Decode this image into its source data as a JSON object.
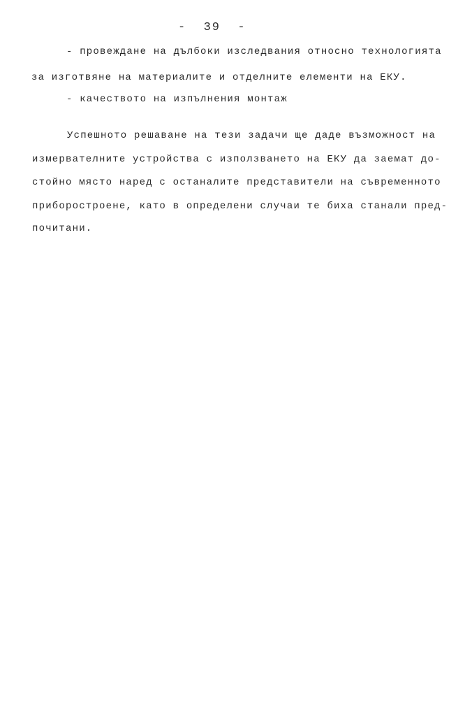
{
  "page_number": "-  39  -",
  "list_items": [
    "- провеждане на дълбоки изследвания относно технологията",
    "за изготвяне на материалите и отделните елементи на ЕКУ.",
    "- качеството на изпълнения монтаж"
  ],
  "paragraph_lines": [
    "Успешното решаване на тези задачи ще даде възможност на",
    "измервателните устройства с използването на ЕКУ да заемат до-",
    "стойно място наред с останалите представители на съвременното",
    "приборостроене, като в определени случаи те биха станали пред-",
    "почитани."
  ]
}
